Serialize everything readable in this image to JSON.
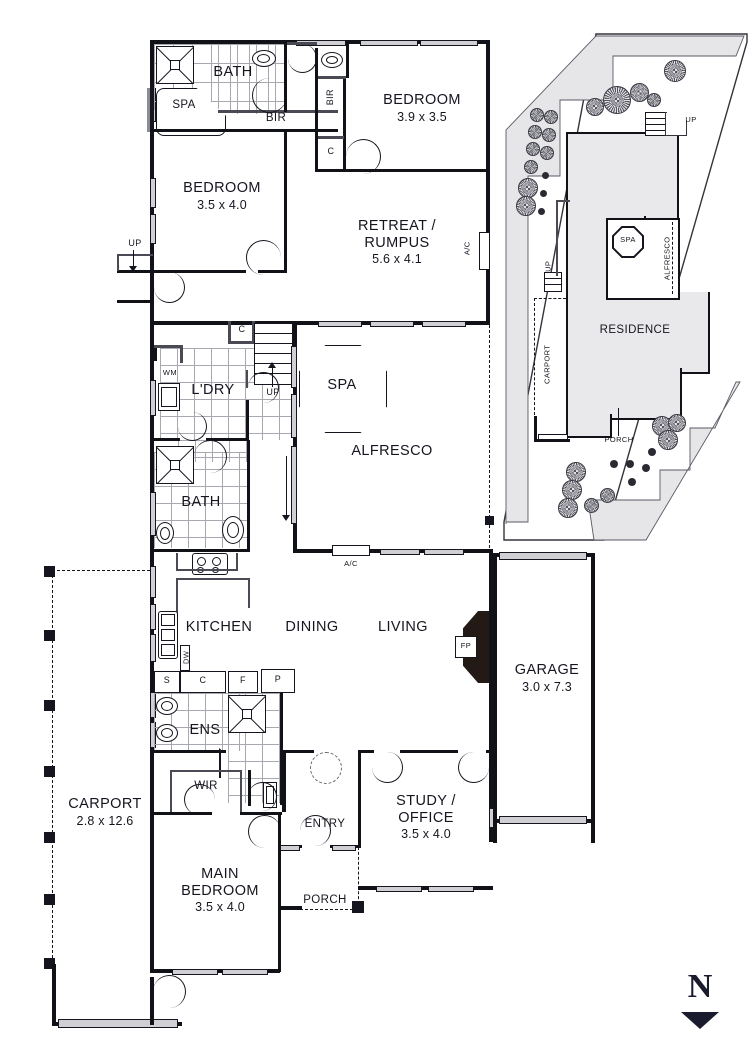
{
  "document": {
    "type": "residential-floor-plan",
    "orientation_marker": "N"
  },
  "upper_level": {
    "rooms": [
      {
        "id": "bath-upper",
        "name": "BATH",
        "dim": ""
      },
      {
        "id": "spa-upper",
        "name": "SPA",
        "dim": ""
      },
      {
        "id": "bir-upper-left",
        "name": "BIR",
        "dim": ""
      },
      {
        "id": "bedroom-left",
        "name": "BEDROOM",
        "dim": "3.5 x 4.0"
      },
      {
        "id": "bir-upper-mid",
        "name": "BIR",
        "dim": ""
      },
      {
        "id": "cupboard-upper",
        "name": "C",
        "dim": ""
      },
      {
        "id": "bedroom-top",
        "name": "BEDROOM",
        "dim": "3.9 x 3.5"
      },
      {
        "id": "retreat",
        "name": "RETREAT / RUMPUS",
        "name_line1": "RETREAT /",
        "name_line2": "RUMPUS",
        "dim": "5.6 x 4.1"
      }
    ],
    "markers": [
      {
        "id": "up-left",
        "label": "UP"
      },
      {
        "id": "ac-retreat",
        "label": "A/C"
      }
    ]
  },
  "mid_level": {
    "rooms": [
      {
        "id": "laundry",
        "name": "L'DRY",
        "dim": ""
      },
      {
        "id": "bath-mid",
        "name": "BATH",
        "dim": ""
      },
      {
        "id": "alfresco",
        "name": "ALFRESCO",
        "dim": ""
      },
      {
        "id": "spa-alfresco",
        "name": "SPA",
        "dim": ""
      }
    ],
    "markers": [
      {
        "id": "wm",
        "label": "WM"
      },
      {
        "id": "cupboard-mid",
        "label": "C"
      },
      {
        "id": "up-stairs",
        "label": "UP"
      },
      {
        "id": "ac-living",
        "label": "A/C"
      }
    ]
  },
  "ground_level": {
    "rooms": [
      {
        "id": "kitchen",
        "name": "KITCHEN",
        "dim": ""
      },
      {
        "id": "dining",
        "name": "DINING",
        "dim": ""
      },
      {
        "id": "living",
        "name": "LIVING",
        "dim": ""
      },
      {
        "id": "garage",
        "name": "GARAGE",
        "dim": "3.0 x 7.3"
      },
      {
        "id": "ensuite",
        "name": "ENS",
        "dim": ""
      },
      {
        "id": "wir",
        "name": "WIR",
        "dim": ""
      },
      {
        "id": "carport",
        "name": "CARPORT",
        "dim": "2.8 x 12.6"
      },
      {
        "id": "entry",
        "name": "ENTRY",
        "dim": ""
      },
      {
        "id": "study",
        "name": "STUDY / OFFICE",
        "name_line1": "STUDY /",
        "name_line2": "OFFICE",
        "dim": "3.5 x 4.0"
      },
      {
        "id": "main-bedroom",
        "name": "MAIN BEDROOM",
        "name_line1": "MAIN",
        "name_line2": "BEDROOM",
        "dim": "3.5 x 4.0"
      },
      {
        "id": "porch",
        "name": "PORCH",
        "dim": ""
      }
    ],
    "kitchen_cabinets": [
      {
        "id": "cab-s",
        "label": "S"
      },
      {
        "id": "cab-c",
        "label": "C"
      },
      {
        "id": "cab-f",
        "label": "F"
      },
      {
        "id": "cab-p",
        "label": "P"
      }
    ],
    "markers": [
      {
        "id": "dishwasher",
        "label": "DW"
      },
      {
        "id": "fireplace",
        "label": "FP"
      }
    ]
  },
  "site_plan": {
    "labels": [
      {
        "id": "residence",
        "label": "RESIDENCE"
      },
      {
        "id": "carport-site",
        "label": "CARPORT"
      },
      {
        "id": "alfresco-site",
        "label": "ALFRESCO"
      },
      {
        "id": "spa-site",
        "label": "SPA"
      },
      {
        "id": "porch-site",
        "label": "PORCH"
      },
      {
        "id": "up-site-top",
        "label": "UP"
      },
      {
        "id": "up-site-left",
        "label": "UP"
      }
    ]
  },
  "compass": {
    "north_label": "N"
  },
  "colors": {
    "wall": "#111118",
    "text": "#15151f",
    "window_fill": "#cfcfd4",
    "tile_grid": "#a8a8b0",
    "site_building_fill": "#e9e9eb",
    "site_garden_fill": "#e6e6e8",
    "fireplace": "#231a16",
    "north": "#1b1b2e"
  }
}
